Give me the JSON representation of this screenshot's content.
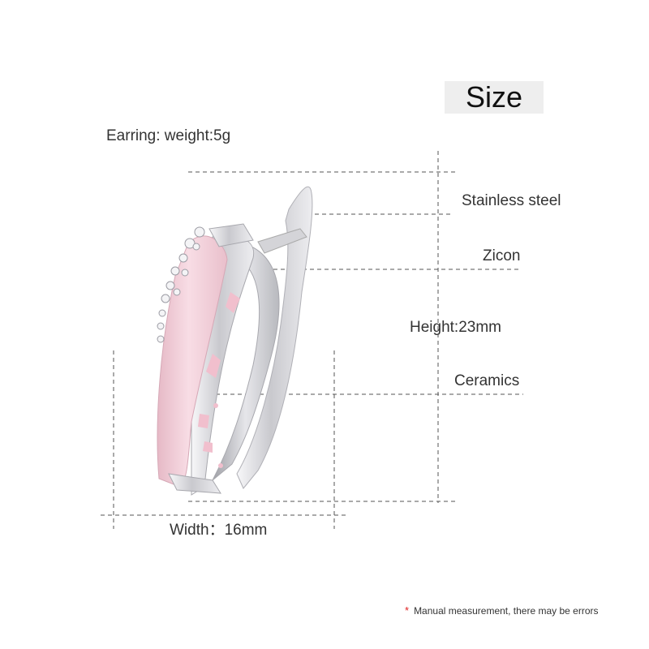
{
  "heading": "Size",
  "weight_label": "Earring: weight:5g",
  "parts": {
    "stainless": "Stainless steel",
    "zicon": "Zicon",
    "height": "Height:23mm",
    "ceramics": "Ceramics",
    "width": "Width：16mm"
  },
  "disclaimer": {
    "star": "*",
    "text": "Manual measurement, there may be errors"
  },
  "colors": {
    "ceramic_pink": "#f4cfd9",
    "metal_silver": "#d8d8dc",
    "guide_line": "#555555",
    "accent_star": "#e02020"
  }
}
